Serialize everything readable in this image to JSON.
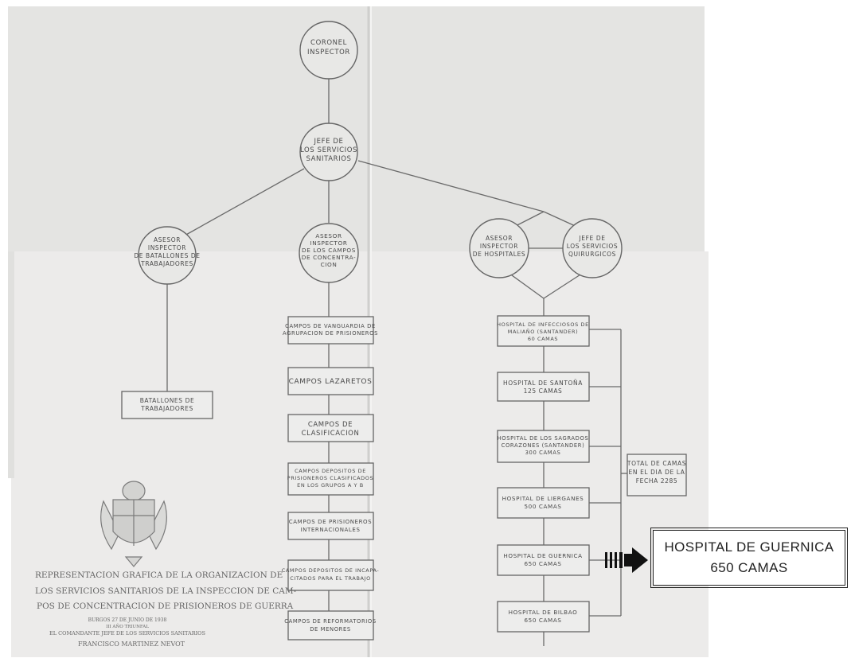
{
  "nodes": {
    "coronel": [
      "CORONEL",
      "INSPECTOR"
    ],
    "jefe": [
      "JEFE DE",
      "LOS SERVICIOS",
      "SANITARIOS"
    ],
    "asesor_bat": [
      "ASESOR",
      "INSPECTOR",
      "DE BATALLONES DE",
      "TRABAJADORES"
    ],
    "asesor_campos": [
      "ASESOR",
      "INSPECTOR",
      "DE LOS CAMPOS",
      "DE CONCENTRA-",
      "CION"
    ],
    "asesor_hosp": [
      "ASESOR",
      "INSPECTOR",
      "DE HOSPITALES"
    ],
    "jefe_quir": [
      "JEFE DE",
      "LOS SERVICIOS",
      "QUIRURGICOS"
    ]
  },
  "batallones": [
    "BATALLONES DE",
    "TRABAJADORES"
  ],
  "campos": [
    [
      "CAMPOS DE VANGUARDIA DE",
      "AGRUPACION DE PRISIONEROS"
    ],
    [
      "CAMPOS LAZARETOS"
    ],
    [
      "CAMPOS DE",
      "CLASIFICACION"
    ],
    [
      "CAMPOS DEPOSITOS DE",
      "PRISIONEROS CLASIFICADOS",
      "EN LOS GRUPOS A Y B"
    ],
    [
      "CAMPOS DE PRISIONEROS",
      "INTERNACIONALES"
    ],
    [
      "CAMPOS DEPOSITOS DE INCAPA-",
      "CITADOS PARA EL TRABAJO"
    ],
    [
      "CAMPOS DE REFORMATORIOS",
      "DE MENORES"
    ]
  ],
  "hospitales": [
    [
      "HOSPITAL DE INFECCIOSOS DE",
      "MALIAÑO (SANTANDER)",
      "60 CAMAS"
    ],
    [
      "HOSPITAL DE SANTOÑA",
      "125 CAMAS"
    ],
    [
      "HOSPITAL DE LOS SAGRADOS",
      "CORAZONES (SANTANDER)",
      "300 CAMAS"
    ],
    [
      "HOSPITAL DE LIERGANES",
      "500 CAMAS"
    ],
    [
      "HOSPITAL DE GUERNICA",
      "650 CAMAS"
    ],
    [
      "HOSPITAL DE BILBAO",
      "650 CAMAS"
    ]
  ],
  "total": [
    "TOTAL DE CAMAS",
    "EN EL DIA DE LA",
    "FECHA 2285"
  ],
  "caption": {
    "lines": [
      "REPRESENTACION GRAFICA DE LA ORGANIZACION DE",
      "LOS SERVICIOS SANITARIOS DE LA INSPECCION DE CAM-",
      "POS DE CONCENTRACION DE PRISIONEROS DE GUERRA"
    ],
    "signature": [
      "BURGOS 27 DE JUNIO DE 1938",
      "III AÑO TRIUNFAL",
      "EL COMANDANTE JEFE DE LOS SERVICIOS SANITARIOS",
      "FRANCISCO MARTINEZ NEVOT"
    ]
  },
  "callout": {
    "line1": "HOSPITAL DE GUERNICA",
    "line2": "650 CAMAS"
  }
}
